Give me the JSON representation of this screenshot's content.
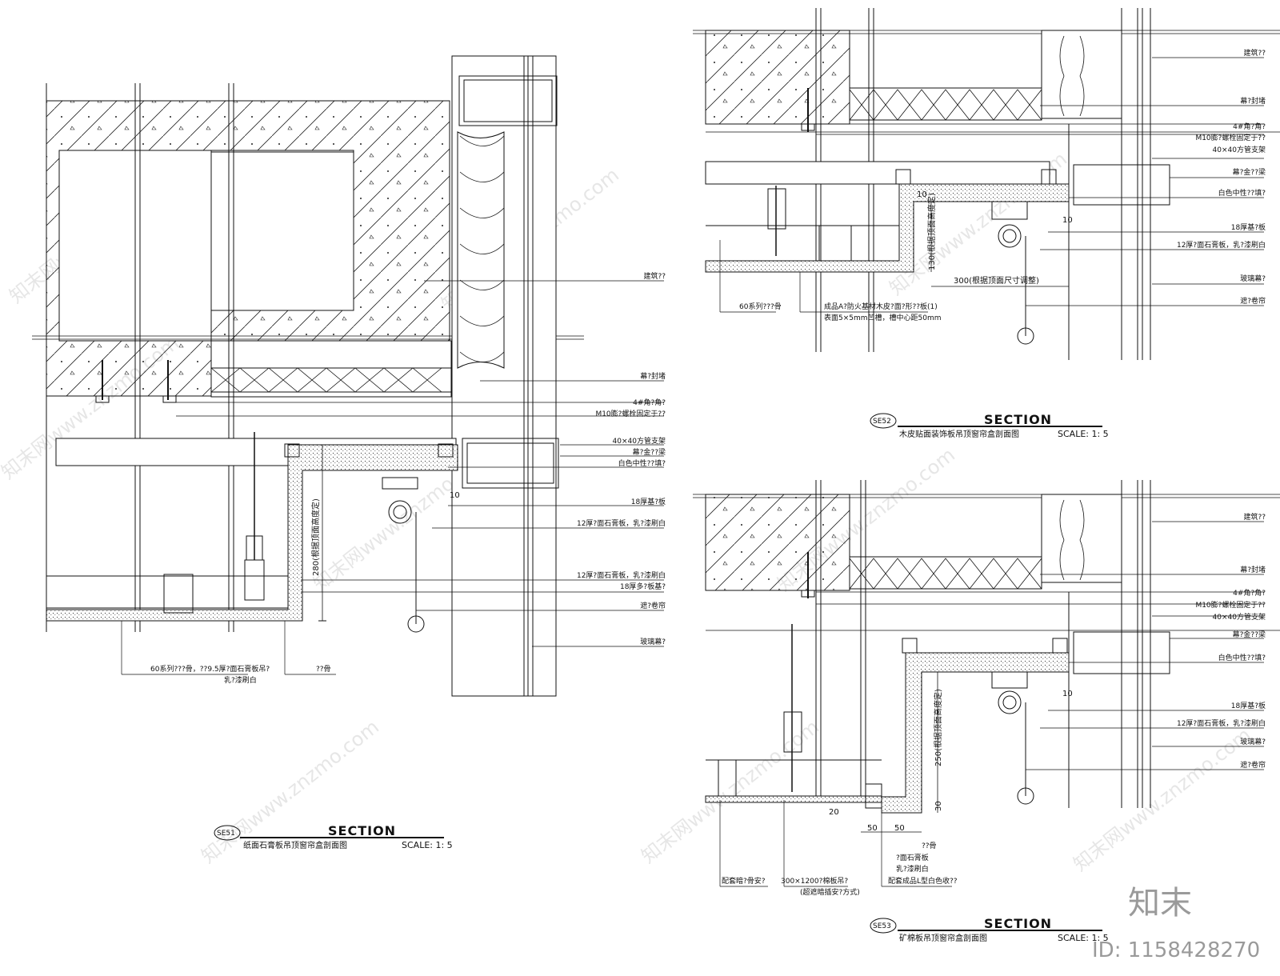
{
  "drawings": {
    "se51": {
      "tag": "SE51",
      "section_word": "SECTION",
      "title": "纸面石膏板吊顶窗帘盒剖面图",
      "scale": "SCALE: 1: 5",
      "labels": [
        "建筑??",
        "幕?封堵",
        "4#角?角?",
        "M10膨?螺栓固定于??",
        "40×40方管支架",
        "幕?金??梁",
        "白色中性??填?",
        "18厚基?板",
        "12厚?面石膏板，乳?漆刷白",
        "12厚?面石膏板，乳?漆刷白",
        "18厚多?板基?",
        "遮?卷帘",
        "玻璃幕?"
      ],
      "bottom_labels": [
        "60系列???骨，??9.5厚?面石膏板吊?",
        "乳?漆刷白",
        "??骨"
      ],
      "dims": [
        "280(根据顶面高度定)",
        "10"
      ]
    },
    "se52": {
      "tag": "SE52",
      "section_word": "SECTION",
      "title": "木皮贴面装饰板吊顶窗帘盒剖面图",
      "scale": "SCALE: 1: 5",
      "labels": [
        "建筑??",
        "幕?封堵",
        "4#角?角?",
        "M10膨?螺栓固定于??",
        "40×40方管支架",
        "幕?金??梁",
        "白色中性??填?",
        "18厚基?板",
        "12厚?面石膏板，乳?漆刷白",
        "玻璃幕?",
        "遮?卷帘"
      ],
      "bottom_labels": [
        "60系列???骨",
        "成品A?防火基材木皮?面?形??板(1)",
        "表面5×5mm凹槽，槽中心距50mm"
      ],
      "dims": [
        "130(根据顶面高度定)",
        "300(根据顶面尺寸调整)",
        "10",
        "10"
      ]
    },
    "se53": {
      "tag": "SE53",
      "section_word": "SECTION",
      "title": "矿棉板吊顶窗帘盒剖面图",
      "scale": "SCALE: 1: 5",
      "labels": [
        "建筑??",
        "幕?封堵",
        "4#角?角?",
        "M10膨?螺栓固定于??",
        "40×40方管支架",
        "幕?金??梁",
        "白色中性??填?",
        "18厚基?板",
        "12厚?面石膏板，乳?漆刷白",
        "玻璃幕?",
        "遮?卷帘"
      ],
      "bottom_labels": [
        "??骨",
        "?面石膏板",
        "乳?漆刷白",
        "配套成品L型白色收??",
        "配套暗?骨安?",
        "300×1200?棉板吊?",
        "(超遮暗插安?方式)"
      ],
      "dims": [
        "250(根据顶面高度定)",
        "30",
        "20",
        "50",
        "50",
        "10"
      ]
    }
  },
  "watermark": "知末网www.znzmo.com",
  "brand": "知末",
  "id_text": "ID: 1158428270"
}
